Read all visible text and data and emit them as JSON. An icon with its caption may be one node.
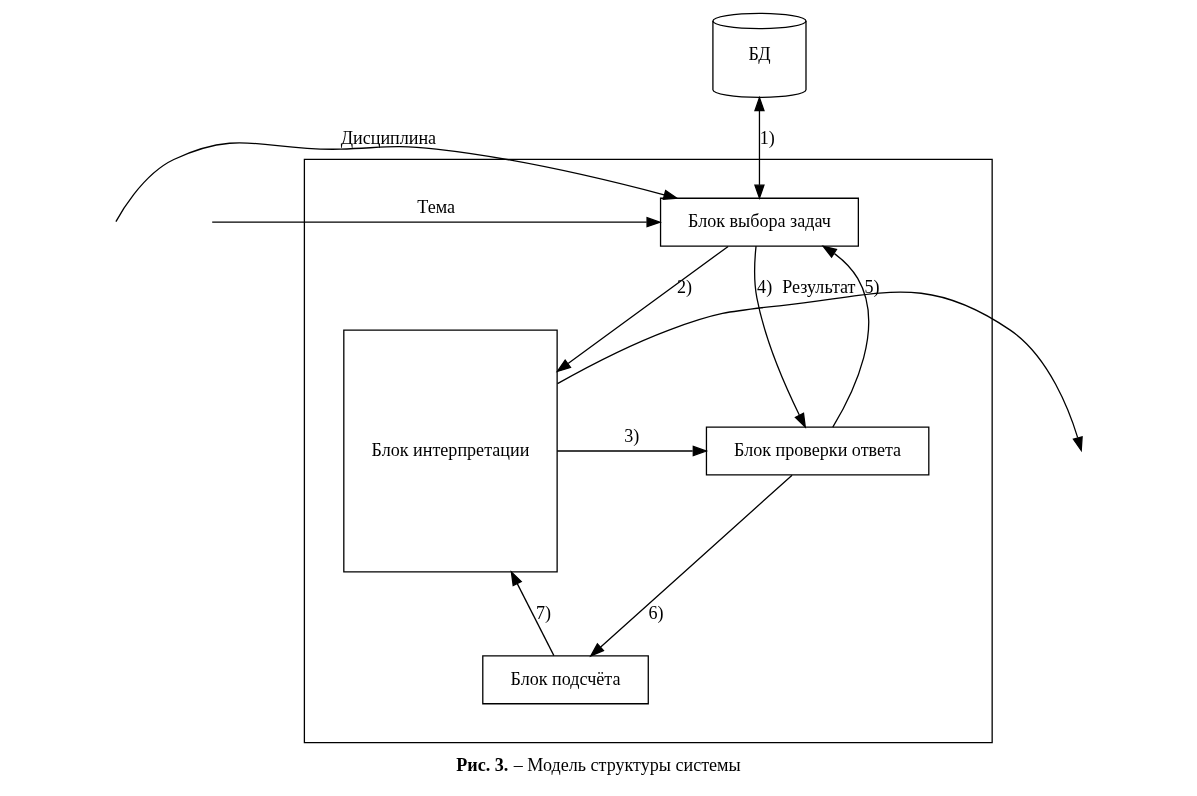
{
  "diagram": {
    "caption": "**Рис. 3.** – Модель структуры системы",
    "nodes": [
      {
        "text": [
          "БД"
        ]
      },
      {
        "text": [],
        "shape": "box"
      },
      {
        "text": [
          "Блок выбора задач"
        ],
        "in": 1
      },
      {
        "text": [
          "Блок проверки ответа"
        ],
        "in": 1
      },
      {
        "text": [
          "Блок подсчёта"
        ],
        "in": 1
      },
      {
        "text": [
          "Блок интерпретации"
        ],
        "in": 1
      }
    ],
    "edges": [
      {
        "from": 0,
        "to": 2,
        "arrow": "both",
        "label": "1)"
      },
      {
        "from": null,
        "to": 2,
        "arrow": "to",
        "label": "Дисциплина"
      },
      {
        "from": null,
        "to": 2,
        "arrow": "to",
        "label": "Тема"
      },
      {
        "from": 2,
        "to": 5,
        "arrow": "to",
        "label": "2)"
      },
      {
        "from": 5,
        "to": 3,
        "arrow": "to",
        "label": "3)"
      },
      {
        "from": 2,
        "to": 3,
        "arrow": "to",
        "label": "4)"
      },
      {
        "from": 3,
        "to": 2,
        "arrow": "to",
        "label": "5)"
      },
      {
        "from": 3,
        "to": 4,
        "arrow": "to",
        "label": "6)"
      },
      {
        "from": 4,
        "to": 5,
        "arrow": "to",
        "label": "7)"
      },
      {
        "from": 5,
        "to": null,
        "arrow": "to",
        "label": "Результат"
      }
    ]
  }
}
